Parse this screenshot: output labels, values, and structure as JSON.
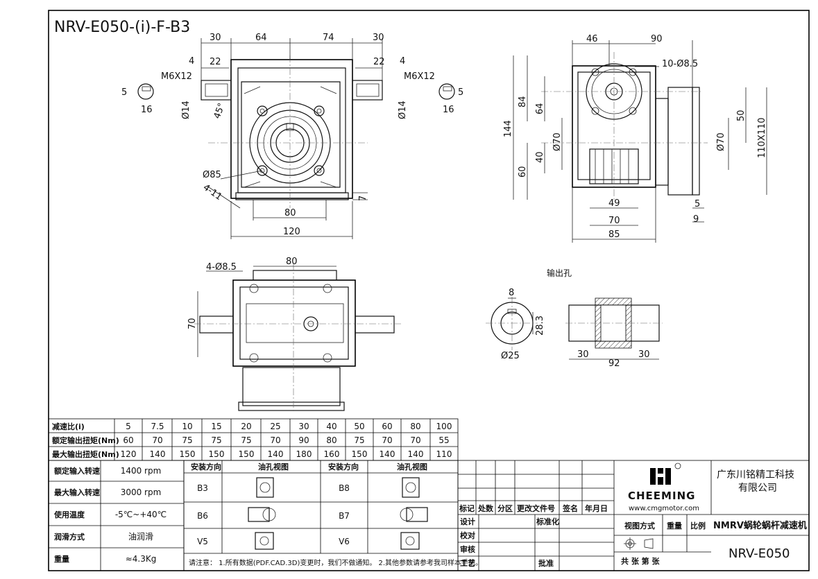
{
  "title": "NRV-E050-(i)-F-B3",
  "front_view": {
    "dims_top": [
      "30",
      "64",
      "74",
      "30"
    ],
    "left_shaft": {
      "d4": "4",
      "d22": "22",
      "thread": "M6X12",
      "d5": "5",
      "d16": "16",
      "d14": "Ø14"
    },
    "right_shaft": {
      "d4": "4",
      "d22": "22",
      "thread": "M6X12",
      "d5": "5",
      "d16": "16",
      "d14": "Ø14"
    },
    "angle": "45°",
    "pcd": "Ø85",
    "holes": "4-11",
    "d80": "80",
    "d120": "120",
    "d7": "7"
  },
  "side_view": {
    "d46": "46",
    "d90": "90",
    "holes": "10-Ø8.5",
    "d144": "144",
    "d84": "84",
    "d64": "64",
    "d70a": "Ø70",
    "d40": "40",
    "d60": "60",
    "d70b": "Ø70",
    "d50": "50",
    "flange": "110X110",
    "d49": "49",
    "d70": "70",
    "d85": "85",
    "d5": "5",
    "d9": "9"
  },
  "bottom_view": {
    "holes": "4-Ø8.5",
    "d80": "80",
    "d70": "70"
  },
  "output_hole": {
    "label": "输出孔",
    "d8": "8",
    "d28": "28.3",
    "d25": "Ø25",
    "d30a": "30",
    "d92": "92",
    "d30b": "30"
  },
  "ratio_table": {
    "rows": [
      {
        "label": "减速比(i)",
        "values": [
          "5",
          "7.5",
          "10",
          "15",
          "20",
          "25",
          "30",
          "40",
          "50",
          "60",
          "80",
          "100"
        ]
      },
      {
        "label": "额定输出扭矩(Nm)",
        "values": [
          "60",
          "70",
          "75",
          "75",
          "75",
          "70",
          "90",
          "80",
          "75",
          "70",
          "70",
          "55"
        ]
      },
      {
        "label": "最大输出扭矩(Nm)",
        "values": [
          "120",
          "140",
          "150",
          "150",
          "150",
          "140",
          "180",
          "160",
          "150",
          "140",
          "140",
          "110"
        ]
      }
    ]
  },
  "spec_table": [
    {
      "label": "额定输入转速",
      "value": "1400 rpm"
    },
    {
      "label": "最大输入转速",
      "value": "3000 rpm"
    },
    {
      "label": "使用温度",
      "value": "-5℃~+40℃"
    },
    {
      "label": "润滑方式",
      "value": "油润滑"
    },
    {
      "label": "重量",
      "value": "≈4.3Kg"
    }
  ],
  "mount_table": {
    "header": [
      "安装方向",
      "油孔视图",
      "安装方向",
      "油孔视图"
    ],
    "left": [
      "B3",
      "B6",
      "V5"
    ],
    "right": [
      "B8",
      "B7",
      "V6"
    ],
    "note": "请注意：  1.所有数据(PDF.CAD.3D)变更时，我们不做通知。  2.其他参数请参考我司样本手册。"
  },
  "title_block": {
    "rev_headers": [
      "标记",
      "处数",
      "分区",
      "更改文件号",
      "签名",
      "年月日"
    ],
    "rows": [
      "设计",
      "校对",
      "审核",
      "工艺"
    ],
    "standardize": "标准化",
    "approve": "批准",
    "view_method": "视图方式",
    "weight": "重量",
    "scale": "比例",
    "sheet_text": "共    张  第    张",
    "brand": "CHEEMING",
    "website": "www.cmgmotor.com",
    "company_line1": "广东川铭精工科技",
    "company_line2": "有限公司",
    "product_name": "NMRV蜗轮蜗杆减速机",
    "drawing_no": "NRV-E050"
  }
}
